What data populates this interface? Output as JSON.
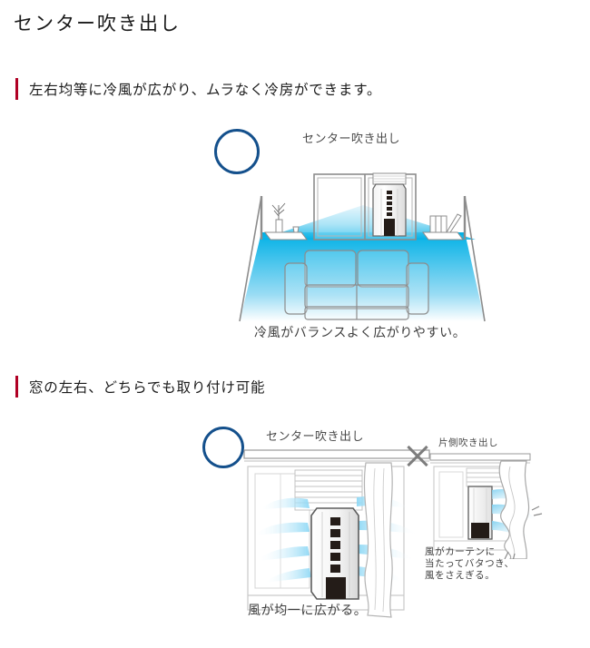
{
  "page": {
    "title": "センター吹き出し"
  },
  "sections": [
    {
      "heading": "左右均等に冷風が広がり、ムラなく冷房ができます。",
      "figure": {
        "marker": "circle",
        "label": "センター吹き出し",
        "caption": "冷風がバランスよく広がりやすい。"
      }
    },
    {
      "heading": "窓の左右、どちらでも取り付け可能",
      "figure_good": {
        "marker": "circle",
        "label": "センター吹き出し",
        "caption": "風が均一に広がる。"
      },
      "figure_bad": {
        "marker": "x",
        "label": "片側吹き出し",
        "caption_lines": [
          "風がカーテンに",
          "当たってバタつき、",
          "風をさえぎる。"
        ]
      }
    }
  ],
  "colors": {
    "accent_bar": "#b00024",
    "circle_mark": "#14508c",
    "x_mark": "#7d7d7d",
    "air_cyan": "#00b0e6",
    "air_light": "#bfe6f7",
    "text": "#1a1a1a",
    "caption_text": "#3d3d3d",
    "label_text": "#4a4a4a",
    "outline": "#8c8c8c"
  },
  "icons": {
    "circle_marker": "circle-outline-icon",
    "x_marker": "x-cross-icon"
  }
}
